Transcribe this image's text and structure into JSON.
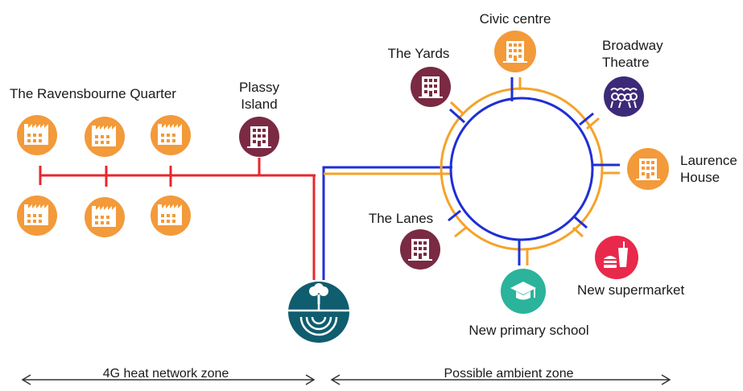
{
  "zones": {
    "left": "4G heat network zone",
    "right": "Possible ambient zone"
  },
  "labels": {
    "ravensbourne": "The Ravensbourne Quarter",
    "plassy": "Plassy\nIsland",
    "yards": "The Yards",
    "civic": "Civic centre",
    "broadway": "Broadway\nTheatre",
    "laurence": "Laurence\nHouse",
    "lanes": "The Lanes",
    "supermarket": "New supermarket",
    "school": "New primary school"
  },
  "colors": {
    "orange": "#f39a3a",
    "maroon": "#7a2a43",
    "purple": "#3c2a78",
    "pink": "#e8294c",
    "teal": "#2bb39c",
    "darkteal": "#0f5d6e",
    "red_line": "#e8272b",
    "blue_line": "#1f2fd6",
    "orange_line": "#f5a32a"
  },
  "icons": {
    "factory": "factory-icon",
    "building": "building-icon",
    "theatre": "theatre-masks-icon",
    "food": "food-drink-icon",
    "school": "graduation-cap-icon",
    "source": "ground-source-icon"
  }
}
